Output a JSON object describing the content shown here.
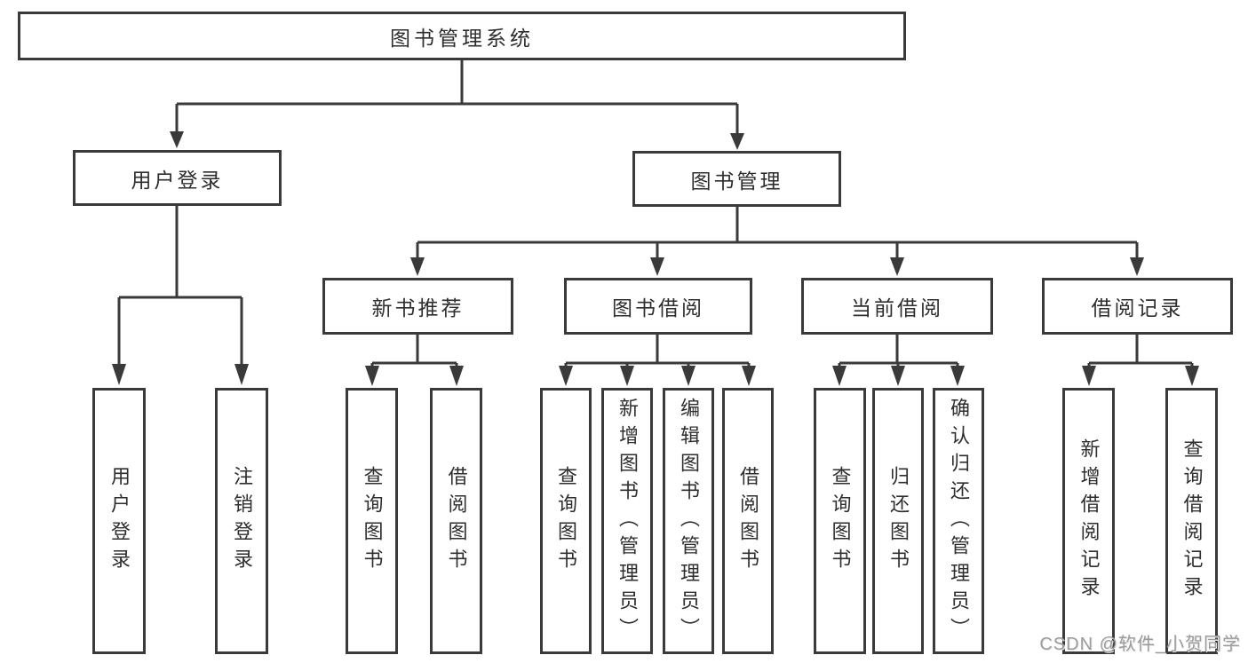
{
  "nodes": {
    "root": {
      "label": "图书管理系统"
    },
    "user_login_group": {
      "label": "用户登录"
    },
    "book_management": {
      "label": "图书管理"
    },
    "new_book_recommend": {
      "label": "新书推荐"
    },
    "book_borrowing": {
      "label": "图书借阅"
    },
    "current_borrowing": {
      "label": "当前借阅"
    },
    "borrowing_records": {
      "label": "借阅记录"
    },
    "leaf_user_login": {
      "label": "用户登录"
    },
    "leaf_logout": {
      "label": "注销登录"
    },
    "leaf_query_books_recommend": {
      "label": "查询图书"
    },
    "leaf_borrow_books_recommend": {
      "label": "借阅图书"
    },
    "leaf_query_books_borrowing": {
      "label": "查询图书"
    },
    "leaf_add_book_admin": {
      "label": "新增图书（管理员）"
    },
    "leaf_edit_book_admin": {
      "label": "编辑图书（管理员）"
    },
    "leaf_borrow_books_borrowing": {
      "label": "借阅图书"
    },
    "leaf_query_books_current": {
      "label": "查询图书"
    },
    "leaf_return_books": {
      "label": "归还图书"
    },
    "leaf_confirm_return_admin": {
      "label": "确认归还（管理员）"
    },
    "leaf_add_borrow_record": {
      "label": "新增借阅记录"
    },
    "leaf_query_borrow_record": {
      "label": "查询借阅记录"
    }
  },
  "watermark": {
    "text": "CSDN @软件_小贺同学"
  },
  "colors": {
    "line": "#3a3a3a",
    "text": "#2e2e2e",
    "watermark": "#9c9c9c",
    "background": "#ffffff"
  }
}
